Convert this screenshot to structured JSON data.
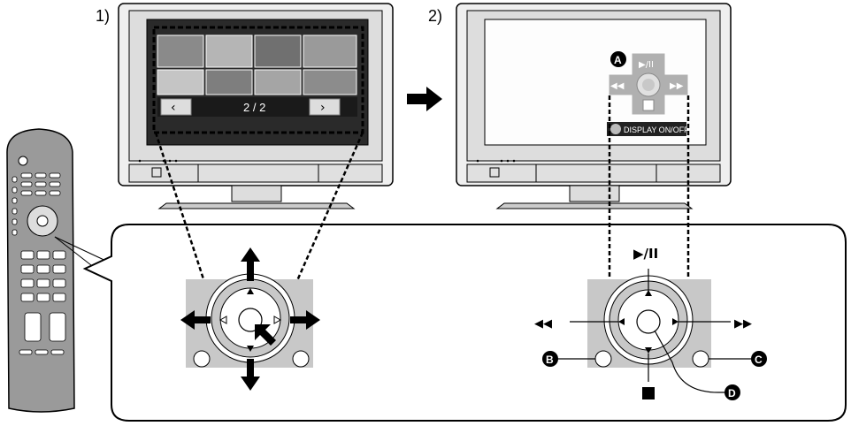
{
  "steps": {
    "step1_label": "1)",
    "step2_label": "2)"
  },
  "tv1": {
    "page_indicator": "2 / 2",
    "prev_icon": "chevron-left-icon",
    "next_icon": "chevron-right-icon",
    "thumbnail_count": 8
  },
  "tv2": {
    "callout_a": "A",
    "play_pause_symbol": "▶/II",
    "rewind_symbol": "◀◀",
    "ffwd_symbol": "▶▶",
    "display_label": "DISPLAY ON/OFF"
  },
  "detail": {
    "play_pause_symbol": "▶/II",
    "rewind_symbol": "◀◀",
    "ffwd_symbol": "▶▶",
    "stop_symbol": "■",
    "callout_b": "B",
    "callout_c": "C",
    "callout_d": "D"
  },
  "colors": {
    "ink": "#000000",
    "tv_body": "#e8e8e8",
    "screen_frame": "#3a3a3a",
    "pad_gray": "#c8c8c8",
    "overlay_gray": "#a8a8a8"
  }
}
